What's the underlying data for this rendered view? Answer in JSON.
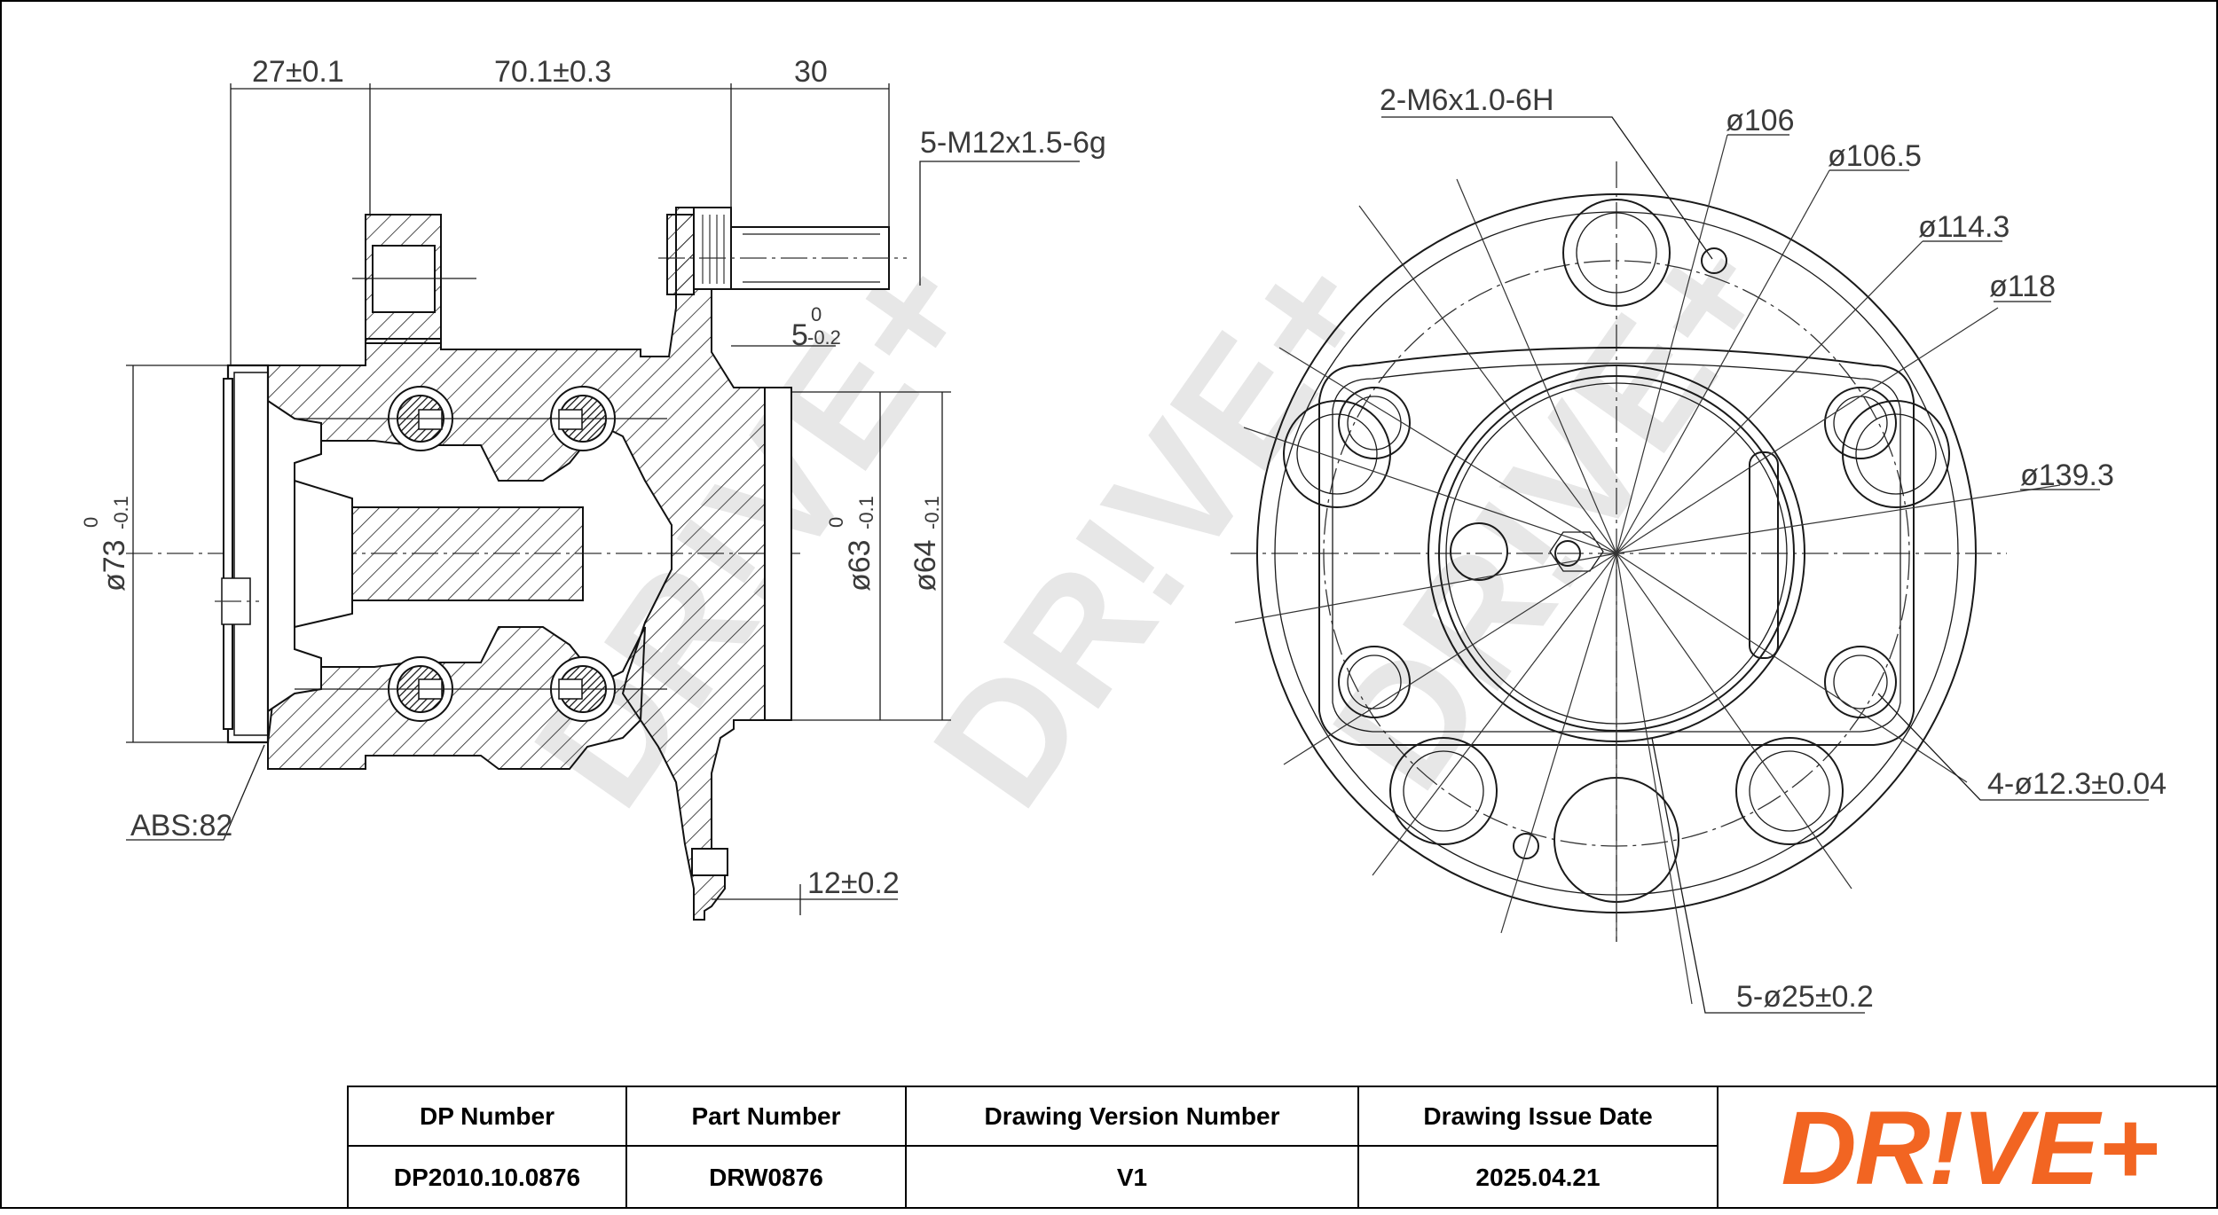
{
  "dimensions": {
    "d_27": "27±0.1",
    "d_70": "70.1±0.3",
    "d_30": "30",
    "thread_stud": "5-M12x1.5-6g",
    "d_5_main": "5",
    "d_5_upper": "0",
    "d_5_lower": "-0.2",
    "dia73": "ø73",
    "dia73_tol": "-0.1",
    "dia73_zero": "0",
    "dia63": "ø63",
    "dia63_tol": "-0.1",
    "dia63_zero": "0",
    "dia64": "ø64",
    "dia64_tol": "-0.1",
    "abs": "ABS:82",
    "d_12": "12±0.2",
    "thread_hole": "2-M6x1.0-6H",
    "dia106": "ø106",
    "dia106_5": "ø106.5",
    "dia114": "ø114.3",
    "dia118": "ø118",
    "dia139": "ø139.3",
    "holes4": "4-ø12.3±0.04",
    "holes5": "5-ø25±0.2"
  },
  "watermark": "DR!VE+",
  "title_block": {
    "headers": [
      "DP Number",
      "Part Number",
      "Drawing Version Number",
      "Drawing Issue Date"
    ],
    "values": [
      "DP2010.10.0876",
      "DRW0876",
      "V1",
      "2025.04.21"
    ]
  },
  "logo": {
    "text": "DR!VE+",
    "color": "#f26522"
  }
}
